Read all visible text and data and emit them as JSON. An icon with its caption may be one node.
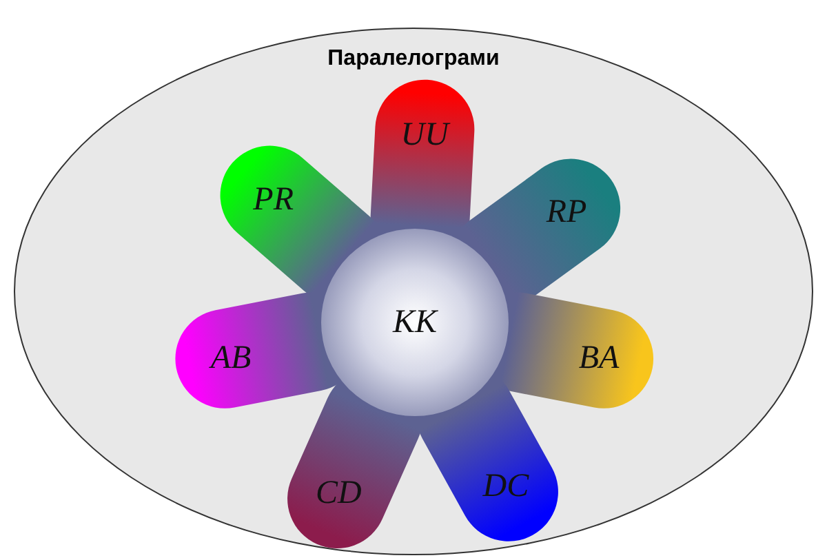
{
  "diagram": {
    "nodes": [
      {
        "text": [
          "Паралелограми"
        ]
      },
      {
        "text": [
          "UU"
        ],
        "in": 0
      },
      {
        "text": [
          "PR"
        ],
        "in": 0
      },
      {
        "text": [
          "RP"
        ],
        "in": 0
      },
      {
        "text": [
          "KK"
        ],
        "in": 0
      },
      {
        "text": [
          "AB"
        ],
        "in": 0
      },
      {
        "text": [
          "BA"
        ],
        "in": 0
      },
      {
        "text": [
          "CD"
        ],
        "in": 0
      },
      {
        "text": [
          "DC"
        ],
        "in": 0
      }
    ],
    "edges": []
  }
}
